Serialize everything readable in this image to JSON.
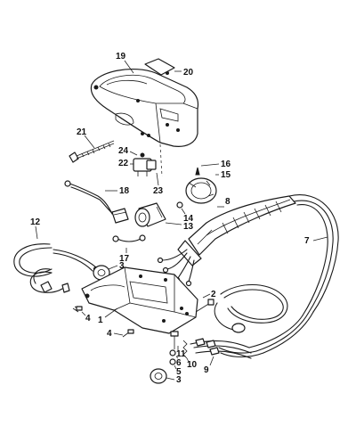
{
  "diagram": {
    "labels": {
      "l1": "1",
      "l2": "2",
      "l3a": "3",
      "l3b": "3",
      "l4a": "4",
      "l4b": "4",
      "l5": "5",
      "l6": "6",
      "l7": "7",
      "l8": "8",
      "l9": "9",
      "l10": "10",
      "l11": "11",
      "l12": "12",
      "l13": "13",
      "l14": "14",
      "l15": "15",
      "l16": "16",
      "l17": "17",
      "l18": "18",
      "l19": "19",
      "l20": "20",
      "l21": "21",
      "l22": "22",
      "l23": "23",
      "l24": "24"
    }
  }
}
